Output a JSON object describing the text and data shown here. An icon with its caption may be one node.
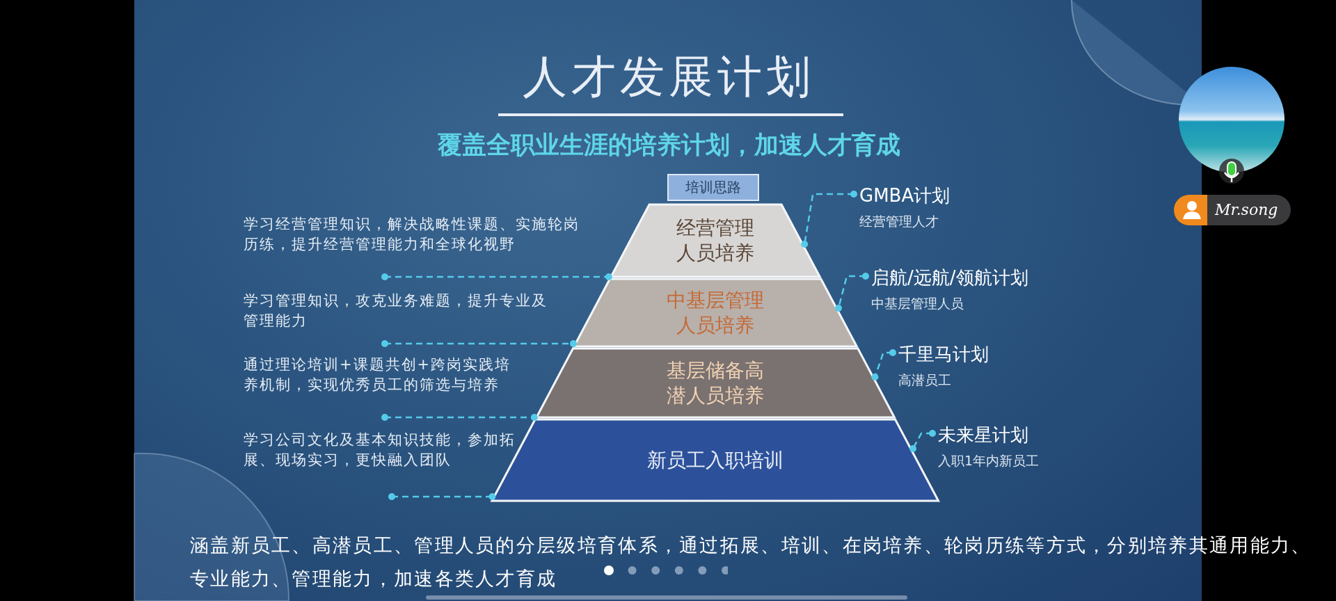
{
  "diagram": {
    "title": "人才发展计划",
    "caption": "涵盖新员工、高潜员工、管理人员的分层级培育体系，通过拓展、培训、在岗培养、轮岗历练等方式，分别培养其通用能力、专业能力、管理能力，加速各类人才育成",
    "nodes": [
      {
        "text": [
          "培训思路"
        ]
      },
      {
        "text": [
          "经营管理人员培养"
        ]
      },
      {
        "text": [
          "中基层管理人员培养"
        ]
      },
      {
        "text": [
          "基层储备高潜人员培养"
        ]
      },
      {
        "text": [
          "新员工入职培训"
        ]
      },
      {
        "text": [
          "学习经营管理知识，解决战略性课题、实施轮岗历练，提升经营管理能力和全球化视野"
        ]
      },
      {
        "text": [
          "学习管理知识，攻克业务难题，提升专业及管理能力"
        ]
      },
      {
        "text": [
          "通过理论培训+课题共创+跨岗实践培养机制，实现优秀员工的筛选与培养"
        ]
      },
      {
        "text": [
          "学习公司文化及基本知识技能，参加拓展、现场实习，更快融入团队"
        ]
      },
      {
        "text": [
          "GMBA计划",
          "经营管理人才"
        ]
      },
      {
        "text": [
          "启航/远航/领航计划",
          "中基层管理人员"
        ]
      },
      {
        "text": [
          "千里马计划",
          "高潜员工"
        ]
      },
      {
        "text": [
          "未来星计划",
          "入职1年内新员工"
        ]
      }
    ],
    "edges": [
      {
        "from": 5,
        "to": 1,
        "arrow": "other",
        "style": "dashed"
      },
      {
        "from": 6,
        "to": 2,
        "arrow": "other",
        "style": "dashed"
      },
      {
        "from": 7,
        "to": 3,
        "arrow": "other",
        "style": "dashed"
      },
      {
        "from": 8,
        "to": 4,
        "arrow": "other",
        "style": "dashed"
      },
      {
        "from": 9,
        "to": 1,
        "arrow": "other",
        "style": "dashed"
      },
      {
        "from": 10,
        "to": 2,
        "arrow": "other",
        "style": "dashed"
      },
      {
        "from": 11,
        "to": 3,
        "arrow": "other",
        "style": "dashed"
      },
      {
        "from": 12,
        "to": 4,
        "arrow": "other",
        "style": "dashed"
      }
    ],
    "labels": [
      "覆盖全职业生涯的培养计划，加速人才育成",
      "Mr.song"
    ]
  }
}
